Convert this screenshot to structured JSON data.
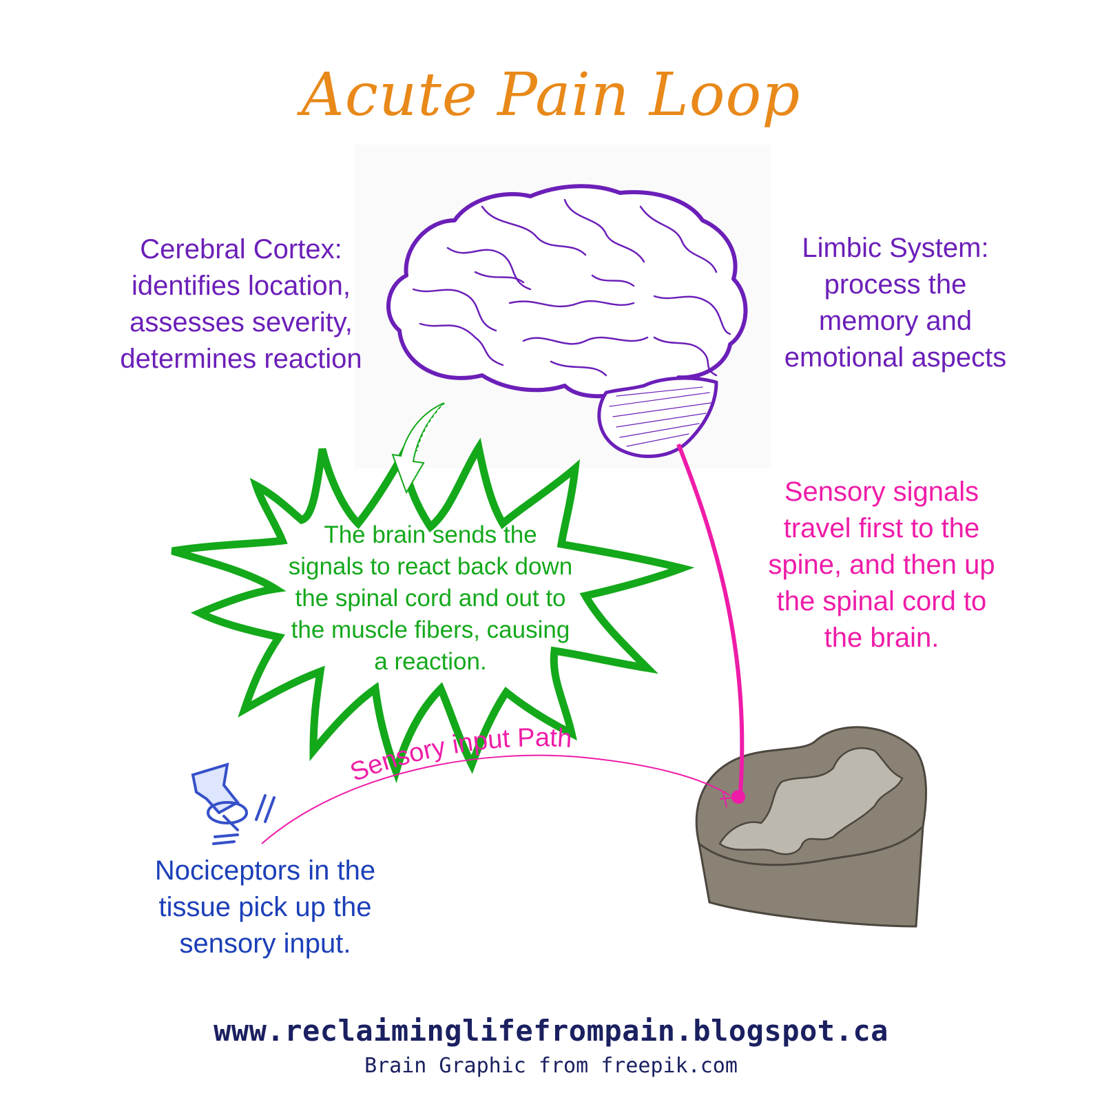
{
  "title": "Acute Pain Loop",
  "cortex_label": {
    "lines": [
      "Cerebral Cortex:",
      "identifies location,",
      "assesses severity,",
      "determines reaction"
    ]
  },
  "limbic_label": {
    "lines": [
      "Limbic System:",
      "process the",
      "memory and",
      "emotional aspects"
    ]
  },
  "reaction_burst": {
    "lines": [
      "The brain sends the",
      "signals to react back down",
      "the spinal cord and out to",
      "the muscle fibers, causing",
      "a reaction."
    ]
  },
  "sensory_signals": {
    "lines": [
      "Sensory signals",
      "travel first to the",
      "spine, and then up",
      "the spinal cord to",
      "the brain."
    ]
  },
  "path_label": "Sensory input Path",
  "nociceptors": {
    "lines": [
      "Nociceptors in the",
      "tissue pick up the",
      "sensory input."
    ]
  },
  "footer": {
    "url": "www.reclaiminglifefrompain.blogspot.ca",
    "credit": "Brain Graphic from freepik.com"
  },
  "colors": {
    "title": "#e8891a",
    "purple": "#6b1fb8",
    "green": "#14a81b",
    "magenta": "#ee1ca8",
    "blue": "#1b3fb8",
    "navy": "#1a2060",
    "cord_gray": "#8a8275"
  },
  "icons": [
    "brain-icon",
    "spinal-cord-icon",
    "pushpin-icon",
    "down-arrow-icon"
  ]
}
